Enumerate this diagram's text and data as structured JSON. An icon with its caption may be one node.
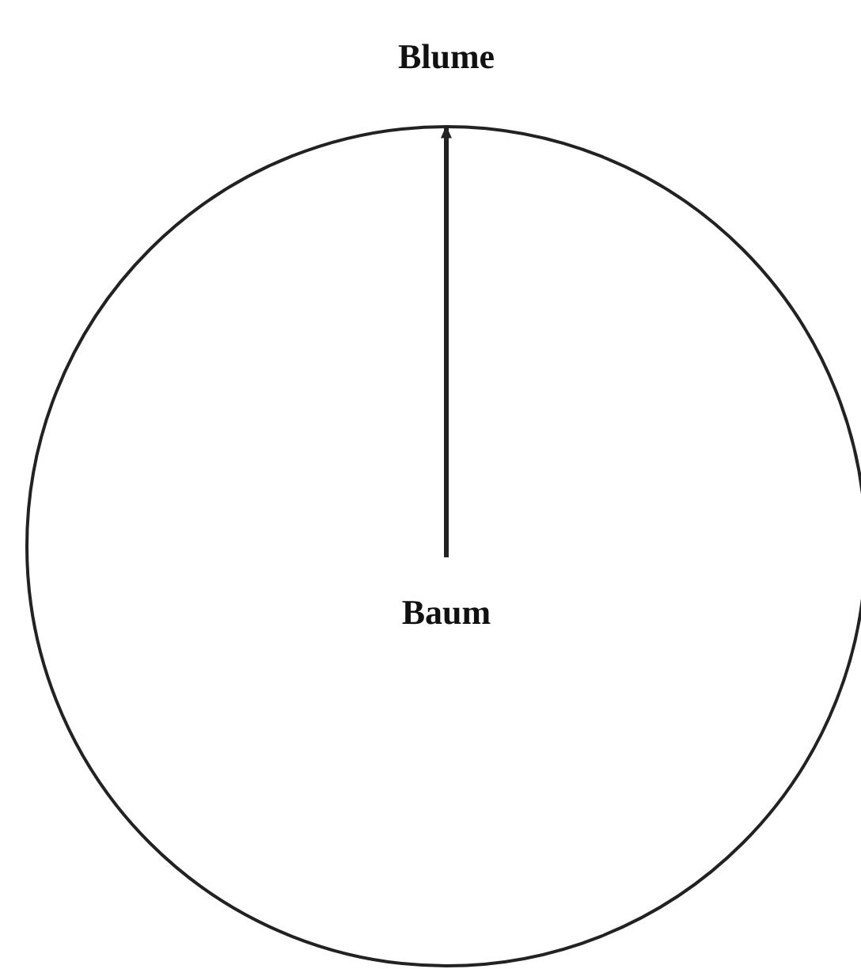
{
  "diagram": {
    "nodes": [
      {
        "text": [
          "Blume"
        ]
      },
      {
        "text": [
          "Baum"
        ],
        "in": 0
      }
    ],
    "edges": [
      {
        "from": 1,
        "to": 0,
        "arrow": "to"
      }
    ]
  }
}
